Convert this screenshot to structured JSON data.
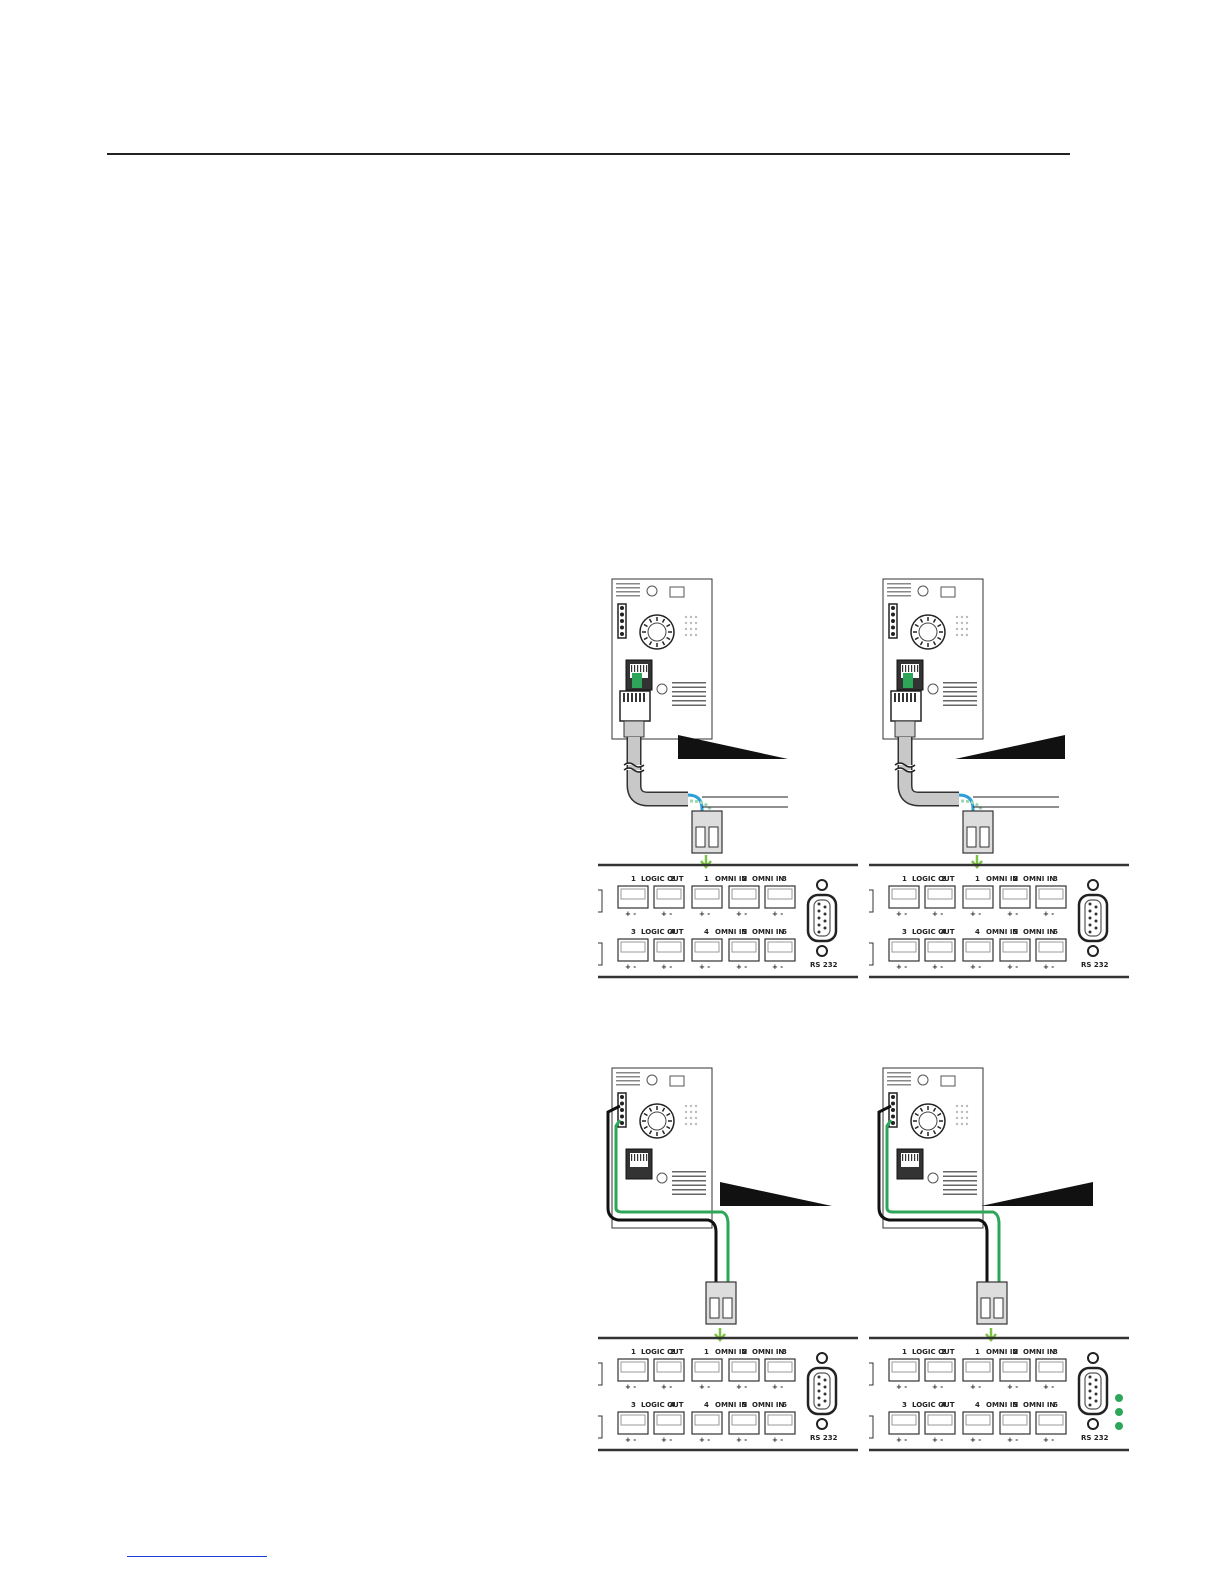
{
  "diagram": {
    "panels": [
      {
        "id": "p1",
        "cable": "rj45",
        "wedge": "down",
        "wire_colors": [
          "#2d9fd8",
          "#9dd6b3"
        ]
      },
      {
        "id": "p2",
        "cable": "rj45",
        "wedge": "up",
        "wire_colors": [
          "#2d9fd8",
          "#9dd6b3"
        ]
      },
      {
        "id": "p3",
        "cable": "wires",
        "wedge": "down",
        "wire_colors": [
          "#111111",
          "#2ea65a"
        ]
      },
      {
        "id": "p4",
        "cable": "wires",
        "wedge": "up",
        "wire_colors": [
          "#111111",
          "#2ea65a"
        ]
      }
    ],
    "rear_panel": {
      "row1": {
        "n1": "1",
        "logic": "LOGIC OUT",
        "n2": "2",
        "o1": "1",
        "omni1": "OMNI IN",
        "o2": "2",
        "omni2": "OMNI IN",
        "o3": "3"
      },
      "row2": {
        "n1": "3",
        "logic": "LOGIC OUT",
        "n2": "4",
        "o1": "4",
        "omni1": "OMNI IN",
        "o2": "5",
        "omni2": "OMNI IN",
        "o3": "6"
      },
      "serial_label": "RS 232",
      "polarity": "+ -"
    },
    "colors": {
      "accent_green": "#2ea65a",
      "arrow_green": "#7dc242",
      "cable_grey": "#c8c8c8"
    }
  }
}
